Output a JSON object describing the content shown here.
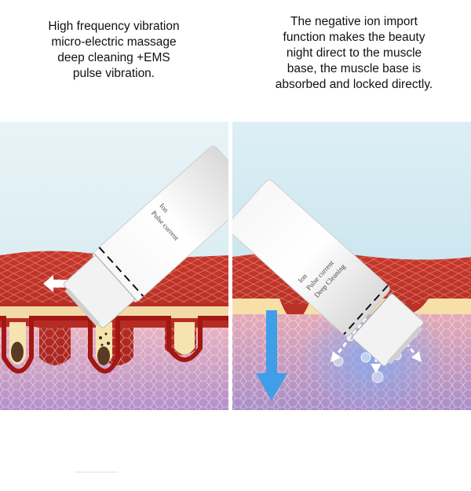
{
  "left_panel": {
    "caption": "High frequency vibration\nmicro-electric massage\ndeep cleaning +EMS\npulse vibration."
  },
  "right_panel": {
    "caption": "The negative ion import\nfunction makes the beauty\nnight direct to the muscle\nbase, the muscle base is\nabsorbed and locked directly."
  },
  "device": {
    "label_ion": "Ion",
    "label_pulse": "Pulse current",
    "label_deep": "Deep Cleaning"
  },
  "colors": {
    "sky": "#d7ecf3",
    "skin_red": "#b0231e",
    "skin_pink": "#e79aa8",
    "cell_purple": "#b79ad0",
    "arrow_blue": "#3f9ee8",
    "oil_cream": "#f6e3b6"
  }
}
